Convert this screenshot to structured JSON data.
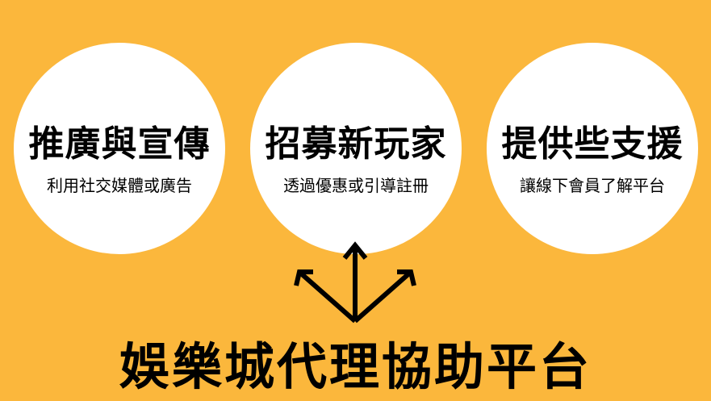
{
  "circles": [
    {
      "title": "推廣與宣傳",
      "subtitle": "利用社交媒體或廣告"
    },
    {
      "title": "招募新玩家",
      "subtitle": "透過優惠或引導註冊"
    },
    {
      "title": "提供些支援",
      "subtitle": "讓線下會員了解平台"
    }
  ],
  "main_title": "娛樂城代理協助平台",
  "colors": {
    "background": "#FBB73C",
    "circle": "#FFFFFF",
    "text": "#000000"
  },
  "icon": "three-way-arrow-icon"
}
